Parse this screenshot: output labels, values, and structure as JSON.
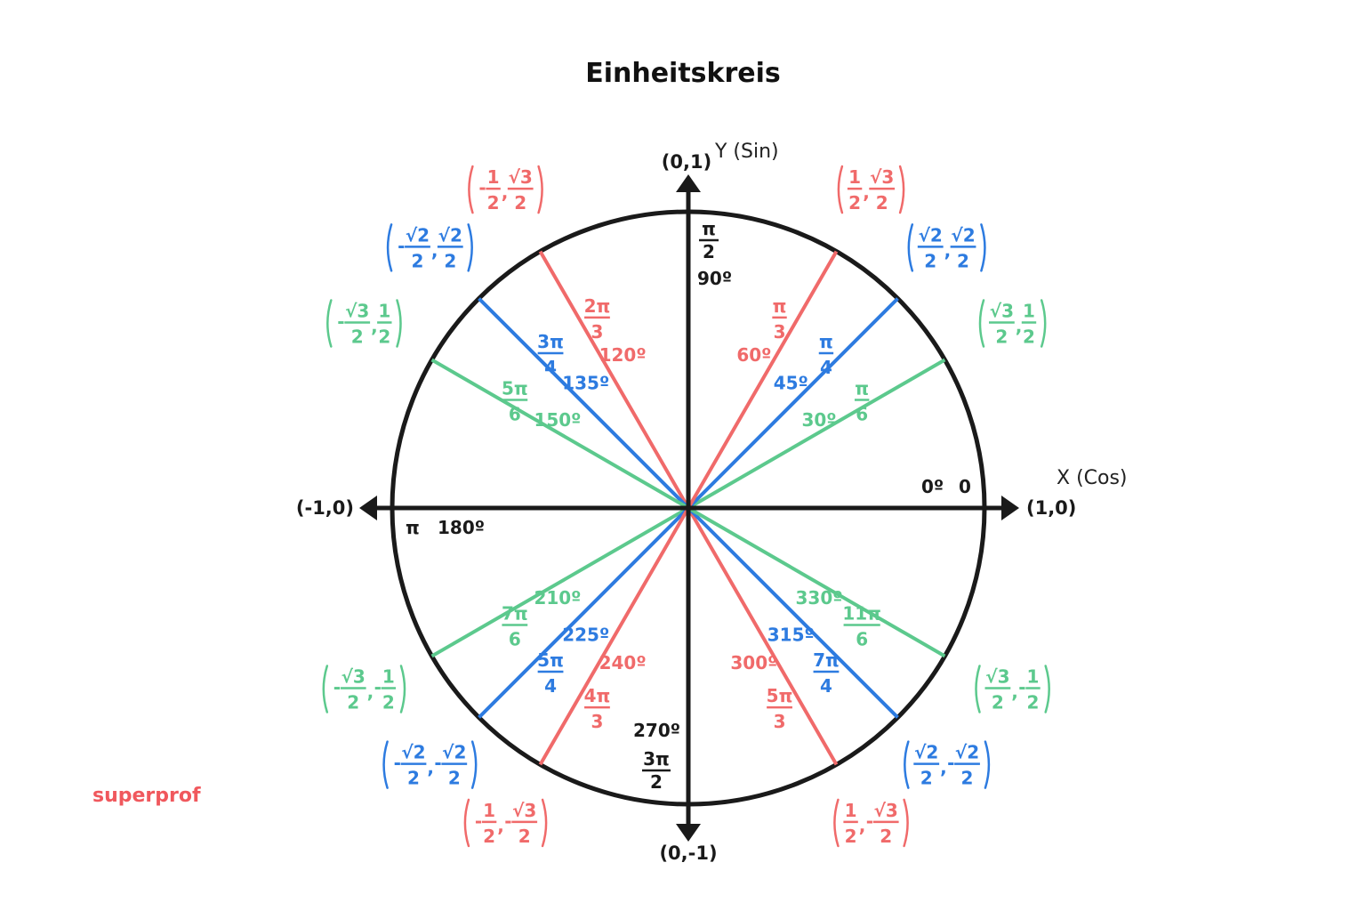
{
  "title": "Einheitskreis",
  "brand": "superprof",
  "colors": {
    "green": "#5cc98d",
    "blue": "#2d7be0",
    "red": "#f06a6a",
    "black": "#1a1a1a"
  },
  "axes": {
    "x_label": "X (Cos)",
    "y_label": "Y (Sin)",
    "pos_x": "(1,0)",
    "neg_x": "(-1,0)",
    "pos_y": "(0,1)",
    "neg_y": "(0,-1)"
  },
  "axis_angles": {
    "a0": {
      "deg": "0º",
      "rad": "0"
    },
    "a90": {
      "deg": "90º",
      "rad_num": "π",
      "rad_den": "2"
    },
    "a180": {
      "deg": "180º",
      "rad": "π"
    },
    "a270": {
      "deg": "270º",
      "rad_num": "3π",
      "rad_den": "2"
    }
  },
  "angles": [
    {
      "deg": 30,
      "deg_label": "30º",
      "rad_num": "π",
      "rad_den": "6",
      "color": "green",
      "x": [
        "√3",
        "2"
      ],
      "y": [
        "1",
        "2"
      ],
      "x_sign": "",
      "y_sign": ""
    },
    {
      "deg": 45,
      "deg_label": "45º",
      "rad_num": "π",
      "rad_den": "4",
      "color": "blue",
      "x": [
        "√2",
        "2"
      ],
      "y": [
        "√2",
        "2"
      ],
      "x_sign": "",
      "y_sign": ""
    },
    {
      "deg": 60,
      "deg_label": "60º",
      "rad_num": "π",
      "rad_den": "3",
      "color": "red",
      "x": [
        "1",
        "2"
      ],
      "y": [
        "√3",
        "2"
      ],
      "x_sign": "",
      "y_sign": ""
    },
    {
      "deg": 120,
      "deg_label": "120º",
      "rad_num": "2π",
      "rad_den": "3",
      "color": "red",
      "x": [
        "1",
        "2"
      ],
      "y": [
        "√3",
        "2"
      ],
      "x_sign": "-",
      "y_sign": ""
    },
    {
      "deg": 135,
      "deg_label": "135º",
      "rad_num": "3π",
      "rad_den": "4",
      "color": "blue",
      "x": [
        "√2",
        "2"
      ],
      "y": [
        "√2",
        "2"
      ],
      "x_sign": "-",
      "y_sign": ""
    },
    {
      "deg": 150,
      "deg_label": "150º",
      "rad_num": "5π",
      "rad_den": "6",
      "color": "green",
      "x": [
        "√3",
        "2"
      ],
      "y": [
        "1",
        "2"
      ],
      "x_sign": "-",
      "y_sign": ""
    },
    {
      "deg": 210,
      "deg_label": "210º",
      "rad_num": "7π",
      "rad_den": "6",
      "color": "green",
      "x": [
        "√3",
        "2"
      ],
      "y": [
        "1",
        "2"
      ],
      "x_sign": "-",
      "y_sign": "-"
    },
    {
      "deg": 225,
      "deg_label": "225º",
      "rad_num": "5π",
      "rad_den": "4",
      "color": "blue",
      "x": [
        "√2",
        "2"
      ],
      "y": [
        "√2",
        "2"
      ],
      "x_sign": "-",
      "y_sign": "-"
    },
    {
      "deg": 240,
      "deg_label": "240º",
      "rad_num": "4π",
      "rad_den": "3",
      "color": "red",
      "x": [
        "1",
        "2"
      ],
      "y": [
        "√3",
        "2"
      ],
      "x_sign": "-",
      "y_sign": "-"
    },
    {
      "deg": 300,
      "deg_label": "300º",
      "rad_num": "5π",
      "rad_den": "3",
      "color": "red",
      "x": [
        "1",
        "2"
      ],
      "y": [
        "√3",
        "2"
      ],
      "x_sign": "",
      "y_sign": "-"
    },
    {
      "deg": 315,
      "deg_label": "315º",
      "rad_num": "7π",
      "rad_den": "4",
      "color": "blue",
      "x": [
        "√2",
        "2"
      ],
      "y": [
        "√2",
        "2"
      ],
      "x_sign": "",
      "y_sign": "-"
    },
    {
      "deg": 330,
      "deg_label": "330º",
      "rad_num": "11π",
      "rad_den": "6",
      "color": "green",
      "x": [
        "√3",
        "2"
      ],
      "y": [
        "1",
        "2"
      ],
      "x_sign": "",
      "y_sign": "-"
    }
  ]
}
